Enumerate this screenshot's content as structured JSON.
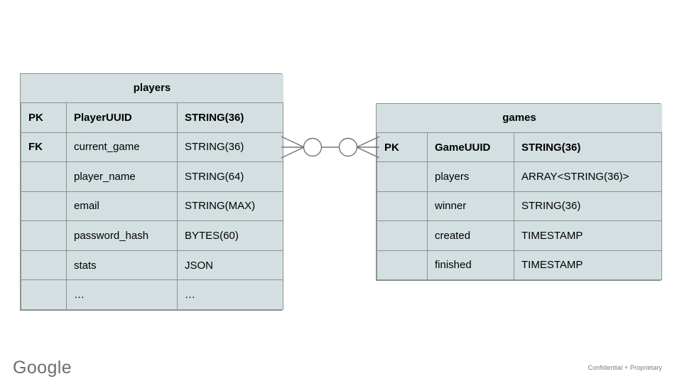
{
  "diagram": {
    "background_color": "#ffffff",
    "cell_fill": "#d4dfe2",
    "border_color": "#8d9192",
    "entities": [
      {
        "name": "players",
        "title": "players",
        "rows": [
          {
            "key": "PK",
            "field": "PlayerUUID",
            "type": "STRING(36)",
            "bold": true
          },
          {
            "key": "FK",
            "field": "current_game",
            "type": "STRING(36)",
            "bold": false
          },
          {
            "key": "",
            "field": "player_name",
            "type": "STRING(64)",
            "bold": false
          },
          {
            "key": "",
            "field": "email",
            "type": "STRING(MAX)",
            "bold": false
          },
          {
            "key": "",
            "field": "password_hash",
            "type": "BYTES(60)",
            "bold": false
          },
          {
            "key": "",
            "field": "stats",
            "type": "JSON",
            "bold": false
          },
          {
            "key": "",
            "field": "…",
            "type": "…",
            "bold": false,
            "muted": true
          }
        ]
      },
      {
        "name": "games",
        "title": "games",
        "rows": [
          {
            "key": "PK",
            "field": "GameUUID",
            "type": "STRING(36)",
            "bold": true
          },
          {
            "key": "",
            "field": "players",
            "type": "ARRAY<STRING(36)>",
            "bold": false
          },
          {
            "key": "",
            "field": "winner",
            "type": "STRING(36)",
            "bold": false
          },
          {
            "key": "",
            "field": "created",
            "type": "TIMESTAMP",
            "bold": false
          },
          {
            "key": "",
            "field": "finished",
            "type": "TIMESTAMP",
            "bold": false
          }
        ]
      }
    ],
    "relationship": {
      "type": "many-to-many",
      "left_cardinality": "zero-or-many",
      "right_cardinality": "zero-or-many",
      "line_color": "#70767a"
    }
  },
  "footer": {
    "logo_text": "Google",
    "confidential_text": "Confidential + Proprietary"
  }
}
